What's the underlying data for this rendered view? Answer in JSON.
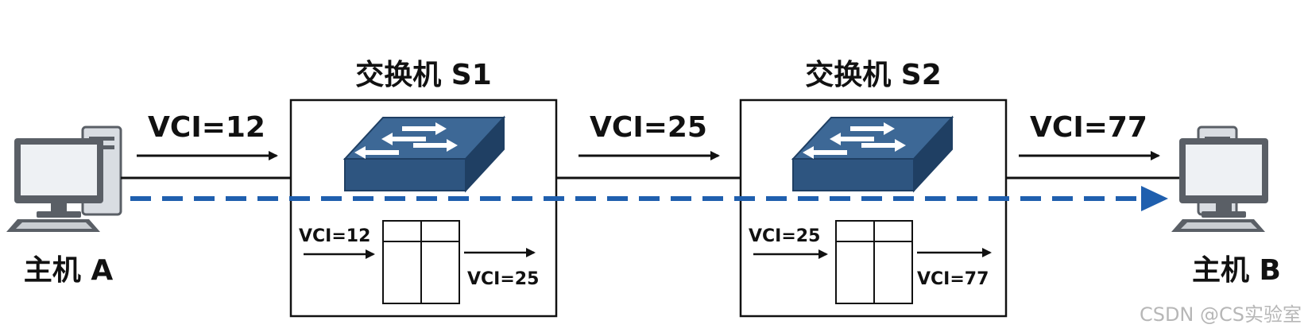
{
  "hosts": {
    "a": {
      "label": "主机 A"
    },
    "b": {
      "label": "主机 B"
    }
  },
  "switches": {
    "s1": {
      "title": "交换机 S1",
      "table_in": "VCI=12",
      "table_out": "VCI=25"
    },
    "s2": {
      "title": "交换机 S2",
      "table_in": "VCI=25",
      "table_out": "VCI=77"
    }
  },
  "links": {
    "a_s1": "VCI=12",
    "s1_s2": "VCI=25",
    "s2_b": "VCI=77"
  },
  "watermark": "CSDN @CS实验室",
  "colors": {
    "switch_top": "#3d6896",
    "switch_front": "#2e5580",
    "switch_side": "#1f3f63",
    "path_dashed": "#1f5fae",
    "monitor": "#5a5f66",
    "monitor_screen": "#eef1f4",
    "outline": "#111111"
  }
}
